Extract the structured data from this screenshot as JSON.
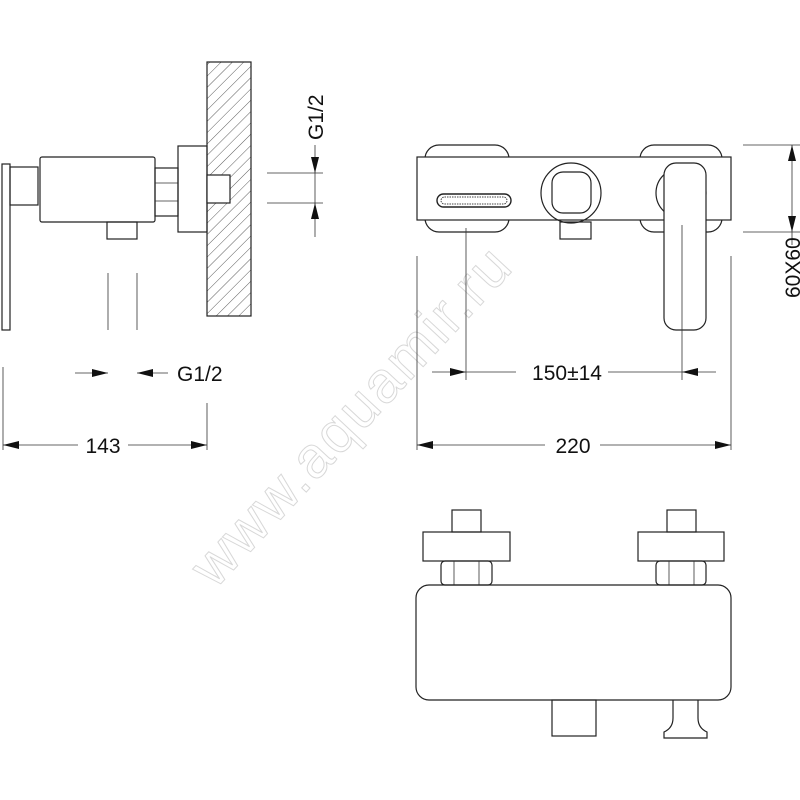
{
  "watermark": "www.aquamir.ru",
  "side_view": {
    "dim_depth": "143",
    "dim_outlet_thread": "G1/2",
    "dim_inlet_thread": "G1/2"
  },
  "front_view": {
    "dim_width": "220",
    "dim_centers": "150±14",
    "dim_flange": "60X60"
  },
  "colors": {
    "line": "#222222",
    "background": "#ffffff",
    "watermark": "#d8d8d8"
  }
}
